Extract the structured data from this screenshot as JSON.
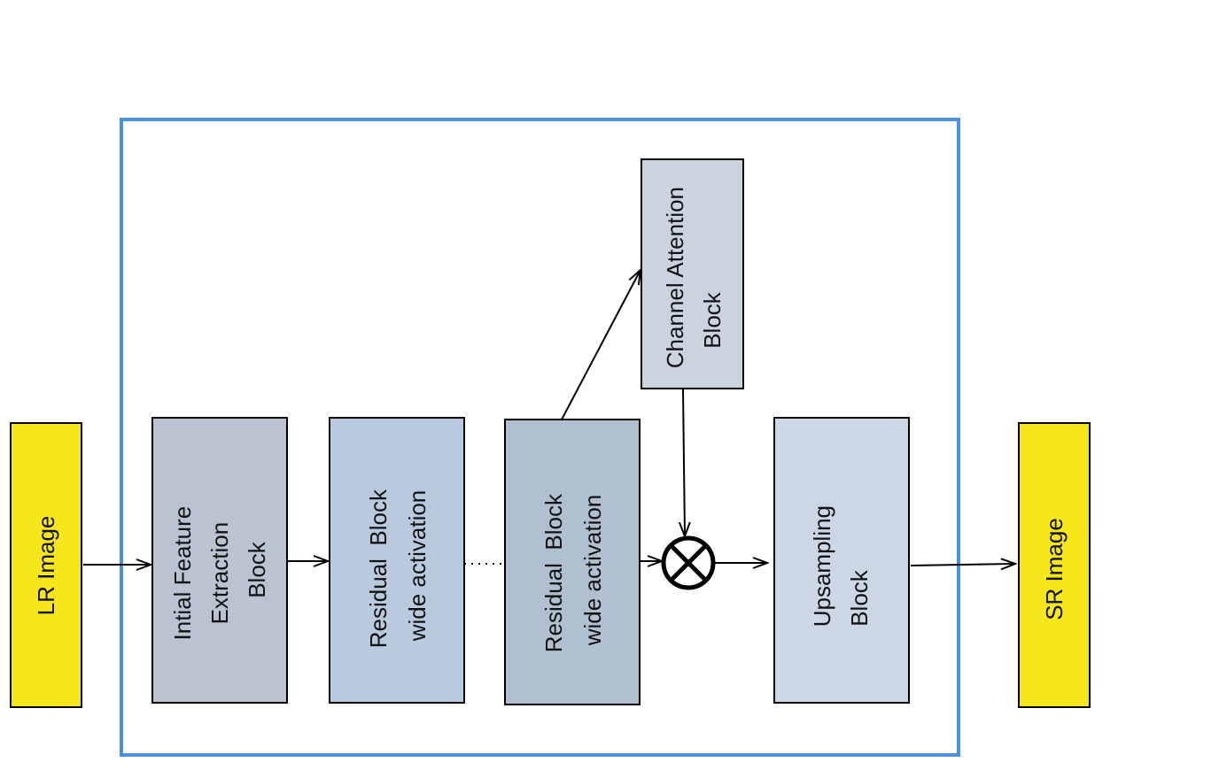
{
  "diagram": {
    "colors": {
      "io_fill": "#f6e61c",
      "container_stroke": "#4a90e2",
      "block_initial": "#b9c4d0",
      "block_residual1": "#bacade",
      "block_residual2": "#b1c0d0",
      "block_attention": "#cbd4de",
      "block_upsampling": "#cbd7e4",
      "line": "#000000"
    },
    "lr_image": {
      "lines": [
        "LR Image"
      ]
    },
    "sr_image": {
      "lines": [
        "SR Image"
      ]
    },
    "initial_block": {
      "lines": [
        "Intial Feature",
        "Extraction",
        "Block"
      ]
    },
    "residual_block_1": {
      "lines": [
        "Residual  Block",
        "wide activation"
      ]
    },
    "residual_block_2": {
      "lines": [
        "Residual  Block",
        "wide activation"
      ]
    },
    "attention_block": {
      "lines": [
        "Channel Attention",
        "Block"
      ]
    },
    "upsampling_block": {
      "lines": [
        "Upsampling",
        "Block"
      ]
    },
    "multiply_node": {
      "icon": "multiply-circle-icon"
    }
  }
}
